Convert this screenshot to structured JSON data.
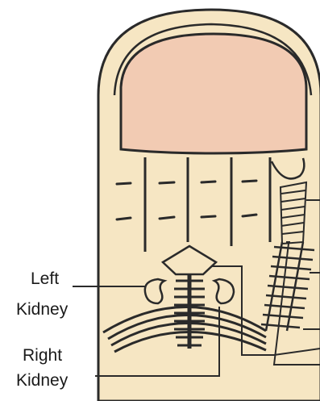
{
  "labels": {
    "left_kidney_line1": "Left",
    "left_kidney_line2": "Kidney",
    "right_kidney_line1": "Right",
    "right_kidney_line2": "Kidney"
  },
  "colors": {
    "finger_fill": "#f6e6c3",
    "nail_fill": "#f2cbb3",
    "outline": "#2a2a2a"
  }
}
